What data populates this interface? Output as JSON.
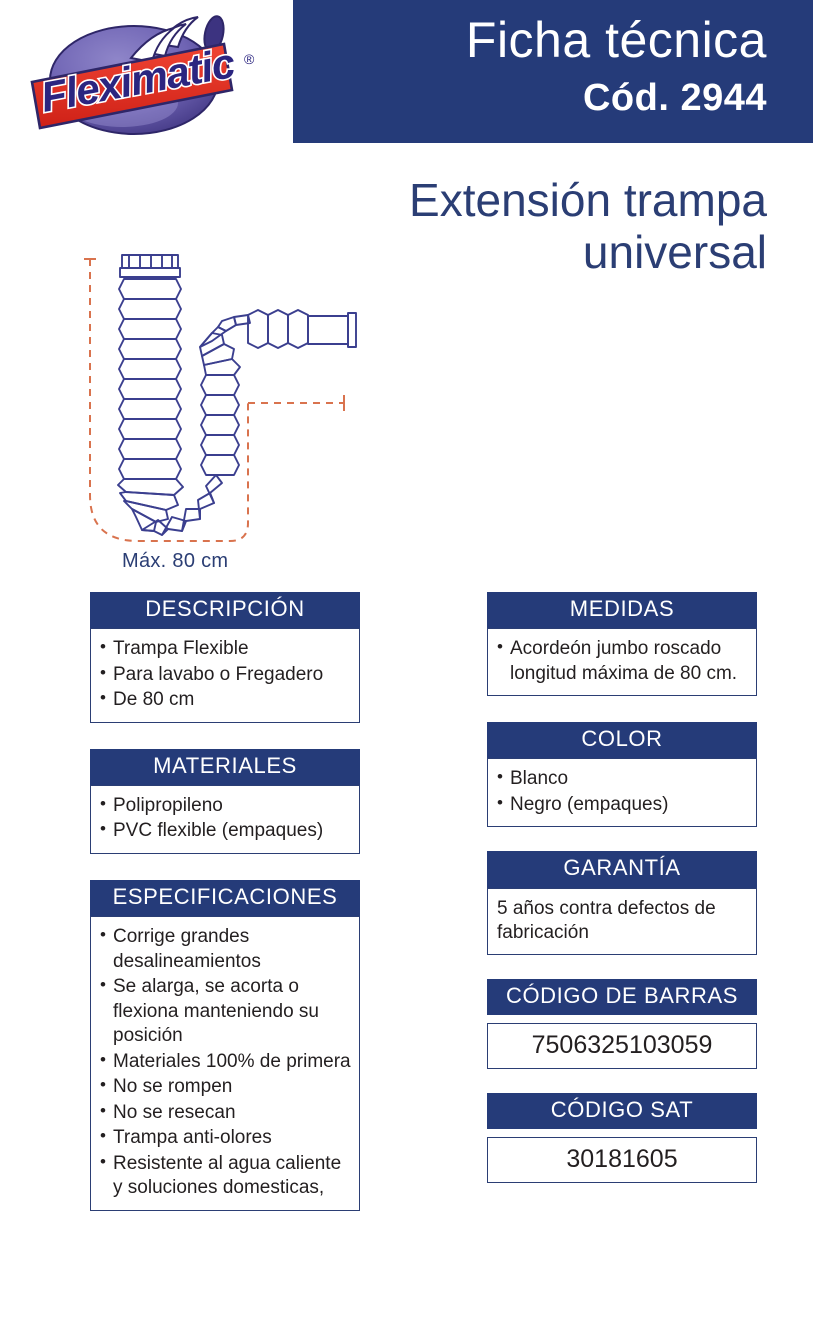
{
  "header": {
    "title": "Ficha técnica",
    "code": "Cód. 2944",
    "brand": "Fleximatic",
    "brand_mark": "®",
    "bar_color": "#253B79"
  },
  "product": {
    "title_line1": "Extensión trampa",
    "title_line2": "universal",
    "title_color": "#2B3E74"
  },
  "illustration": {
    "name": "flexible-p-trap-drawing",
    "dimension_label": "Máx. 80 cm",
    "line_color": "#3B3F8F",
    "dimension_color": "#D9734E"
  },
  "left_column": [
    {
      "id": "descripcion",
      "header": "DESCRIPCIÓN",
      "items": [
        "Trampa Flexible",
        "Para lavabo o Fregadero",
        "De 80 cm"
      ]
    },
    {
      "id": "materiales",
      "header": "MATERIALES",
      "items": [
        "Polipropileno",
        "PVC flexible (empaques)"
      ]
    },
    {
      "id": "especificaciones",
      "header": "ESPECIFICACIONES",
      "items": [
        "Corrige grandes desalineamientos",
        "Se alarga, se acorta o flexiona manteniendo su posición",
        "Materiales 100% de primera",
        "No se rompen",
        "No se resecan",
        "Trampa anti-olores",
        "Resistente al agua caliente y soluciones domesticas,"
      ]
    }
  ],
  "right_column": [
    {
      "id": "medidas",
      "header": "MEDIDAS",
      "items": [
        "Acordeón jumbo roscado longitud máxima de 80 cm."
      ]
    },
    {
      "id": "color",
      "header": "COLOR",
      "items": [
        "Blanco",
        "Negro (empaques)"
      ]
    },
    {
      "id": "garantia",
      "header": "GARANTÍA",
      "text": "5 años contra defectos de fabricación"
    },
    {
      "id": "codigo-de-barras",
      "header": "CÓDIGO DE BARRAS",
      "value": "7506325103059"
    },
    {
      "id": "codigo-sat",
      "header": "CÓDIGO SAT",
      "value": "30181605"
    }
  ]
}
